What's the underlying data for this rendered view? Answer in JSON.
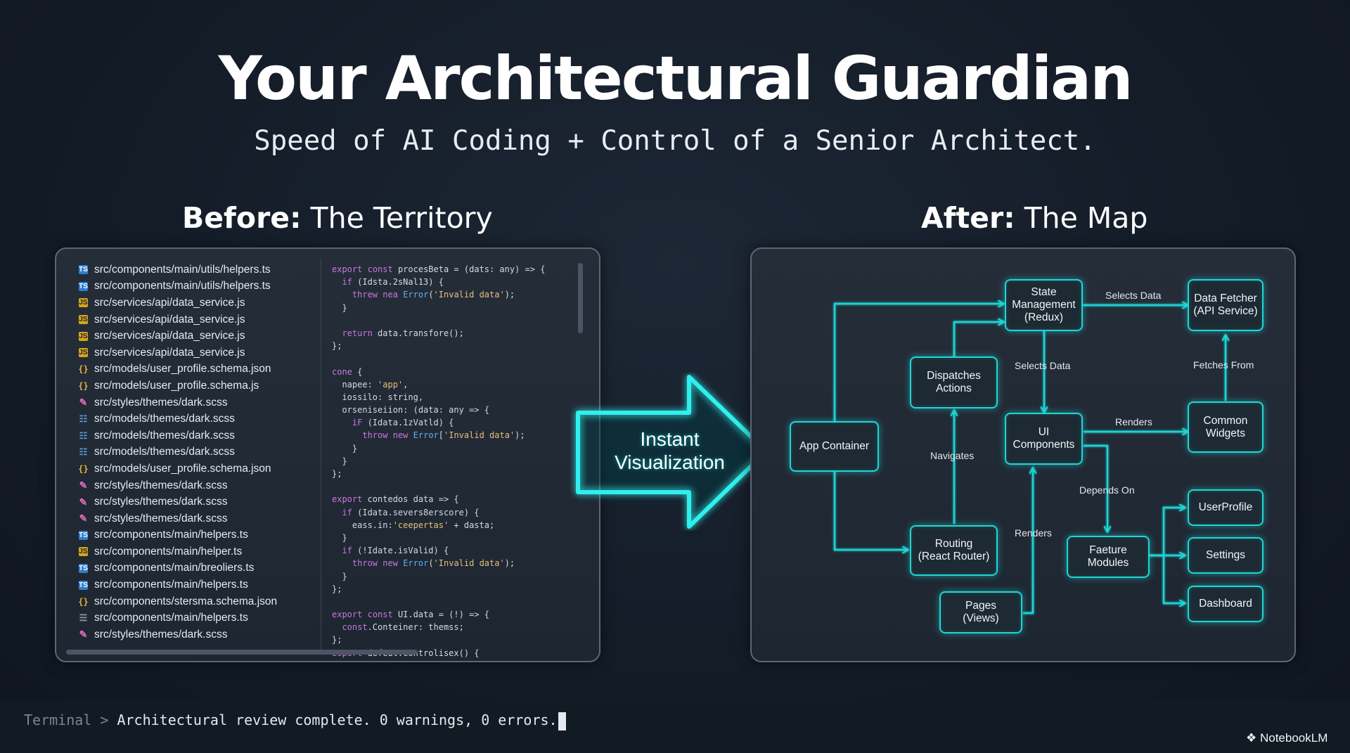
{
  "title": "Your Architectural Guardian",
  "subtitle": "Speed of AI Coding + Control of a Senior Architect.",
  "before": {
    "bold": "Before:",
    "rest": " The Territory"
  },
  "after": {
    "bold": "After:",
    "rest": " The Map"
  },
  "files": [
    {
      "icon": "ts",
      "name": "src/components/main/utils/helpers.ts"
    },
    {
      "icon": "ts",
      "name": "src/components/main/utils/helpers.ts"
    },
    {
      "icon": "js",
      "name": "src/services/api/data_service.js"
    },
    {
      "icon": "js",
      "name": "src/services/api/data_service.js"
    },
    {
      "icon": "js",
      "name": "src/services/api/data_service.js"
    },
    {
      "icon": "js",
      "name": "src/services/api/data_service.js"
    },
    {
      "icon": "json",
      "name": "src/models/user_profile.schema.json"
    },
    {
      "icon": "json",
      "name": "src/models/user_profile.schema.js"
    },
    {
      "icon": "scss",
      "name": "src/styles/themes/dark.scss"
    },
    {
      "icon": "model",
      "name": "src/models/themes/dark.scss"
    },
    {
      "icon": "model",
      "name": "src/models/themes/dark.scss"
    },
    {
      "icon": "model",
      "name": "src/models/themes/dark.scss"
    },
    {
      "icon": "json",
      "name": "src/models/user_profile.schema.json"
    },
    {
      "icon": "scss",
      "name": "src/styles/themes/dark.scss"
    },
    {
      "icon": "scss",
      "name": "src/styles/themes/dark.scss"
    },
    {
      "icon": "scss",
      "name": "src/styles/themes/dark.scss"
    },
    {
      "icon": "ts",
      "name": "src/components/main/helpers.ts"
    },
    {
      "icon": "js",
      "name": "src/components/main/helper.ts"
    },
    {
      "icon": "ts",
      "name": "src/components/main/breoliers.ts"
    },
    {
      "icon": "ts",
      "name": "src/components/main/helpers.ts"
    },
    {
      "icon": "json",
      "name": "src/components/stersma.schema.json"
    },
    {
      "icon": "util",
      "name": "src/components/main/helpers.ts"
    },
    {
      "icon": "scss",
      "name": "src/styles/themes/dark.scss"
    }
  ],
  "code_lines": [
    "export const procesBeta = (dats: any) => {",
    "  if (Idsta.2sNal13) {",
    "    threw nea Error('Invalid data');",
    "  }",
    "",
    "  return data.transfore();",
    "};",
    "",
    "cone {",
    "  napee: 'app',",
    "  iossilo: string,",
    "  orseniseiion: (data: any => {",
    "    iF (Idata.1zVatld) {",
    "      throw new Error['Invalid data');",
    "    }",
    "  }",
    "};",
    "",
    "export contedos data => {",
    "  if (Idata.severs8erscore) {",
    "    eass.in:'ceepertas' + dasta;",
    "  }",
    "  if (!Idate.isValid) {",
    "    throw new Error('Invalid data');",
    "  }",
    "};",
    "",
    "export const UI.data = (!) => {",
    "  const.Conteiner: themss;",
    "};",
    "esport defeut.Controlisex() {"
  ],
  "arrow_text": [
    "Instant",
    "Visualization"
  ],
  "nodes": {
    "state_mgmt": [
      "State",
      "Management",
      "(Redux)"
    ],
    "data_fetcher": [
      "Data Fetcher",
      "(API Service)"
    ],
    "dispatches": [
      "Dispatches",
      "Actions"
    ],
    "app_container": [
      "App Container"
    ],
    "ui_components": [
      "UI",
      "Components"
    ],
    "common_widgets": [
      "Common",
      "Widgets"
    ],
    "routing": [
      "Routing",
      "(React Router)"
    ],
    "feature_modules": [
      "Faeture",
      "Modules"
    ],
    "pages": [
      "Pages",
      "(Views)"
    ],
    "user_profile": [
      "UserProfile"
    ],
    "settings": [
      "Settings"
    ],
    "dashboard": [
      "Dashboard"
    ]
  },
  "edge_labels": {
    "selects_data_top": "Selects Data",
    "selects_data_mid": "Selects Data",
    "fetches_from": "Fetches From",
    "renders_right": "Renders",
    "navigates": "Navigates",
    "depends_on": "Depends On",
    "renders_pages": "Renders"
  },
  "terminal": {
    "prefix": "Terminal > ",
    "message": "Architectural review complete. 0 warnings, 0 errors."
  },
  "brand": "NotebookLM",
  "colors": {
    "accent": "#1fd6d6",
    "background": "#141c28",
    "panel_border": "#5d6673"
  }
}
